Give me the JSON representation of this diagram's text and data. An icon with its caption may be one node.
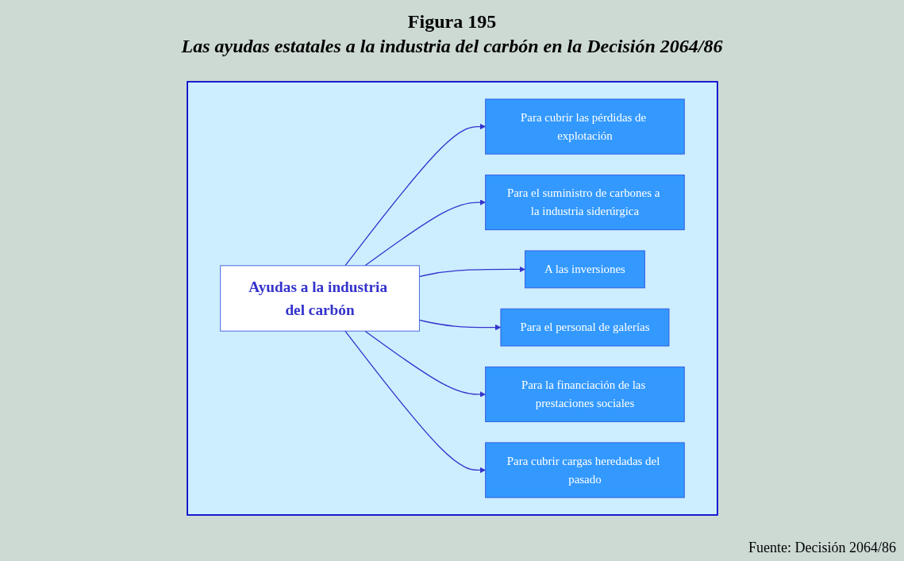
{
  "diagram": {
    "title": "Figura 195",
    "caption": "Fuente: Decisión 2064/86",
    "nodes": [
      {
        "text": [],
        "shape": "box"
      },
      {
        "text": [
          "Para cubrir las pérdidas de explotación"
        ],
        "in": 0
      },
      {
        "text": [
          "Para el suministro de carbones a la industria siderúrgica"
        ],
        "in": 0
      },
      {
        "text": [
          "A las inversiones"
        ],
        "in": 0
      },
      {
        "text": [
          "Ayudas a la industria del carbón"
        ],
        "in": 0
      },
      {
        "text": [
          "Para el personal de galerías"
        ],
        "in": 0
      },
      {
        "text": [
          "Para la financiación de las prestaciones sociales"
        ],
        "in": 0
      },
      {
        "text": [
          "Para cubrir cargas heredadas del pasado"
        ],
        "in": 0
      }
    ],
    "edges": [
      {
        "from": 4,
        "to": 1,
        "arrow": "to"
      },
      {
        "from": 4,
        "to": 2,
        "arrow": "to"
      },
      {
        "from": 4,
        "to": 3,
        "arrow": "to"
      },
      {
        "from": 4,
        "to": 5,
        "arrow": "to"
      },
      {
        "from": 4,
        "to": 6,
        "arrow": "to"
      },
      {
        "from": 4,
        "to": 7,
        "arrow": "to"
      }
    ],
    "labels": [
      "Las ayudas estatales a la industria del carbón en la Decisión 2064/86"
    ]
  }
}
